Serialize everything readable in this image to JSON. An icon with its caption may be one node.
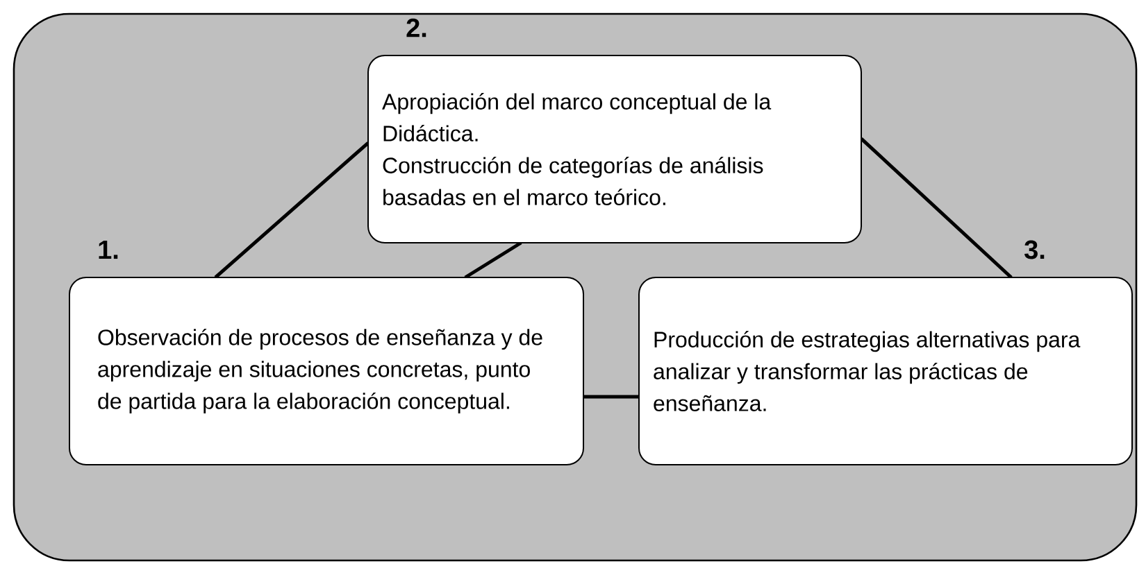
{
  "diagram": {
    "nodes": [
      {
        "text": [],
        "shape": "box"
      },
      {
        "text": [
          "1.",
          "Observación de procesos de enseñanza y de aprendizaje en situaciones concretas, punto de partida para la elaboración conceptual."
        ],
        "in": 0
      },
      {
        "text": [
          "2.",
          "Apropiación del marco conceptual de la Didáctica.",
          "Construcción de categorías de análisis basadas en el marco teórico."
        ],
        "in": 0
      },
      {
        "text": [
          "3.",
          "Producción de estrategias alternativas para analizar y transformar las prácticas de enseñanza."
        ],
        "in": 0
      }
    ],
    "edges": [
      {
        "from": 2,
        "to": 1,
        "arrow": "none"
      },
      {
        "from": 2,
        "to": 1,
        "arrow": "none"
      },
      {
        "from": 2,
        "to": 3,
        "arrow": "none"
      },
      {
        "from": 1,
        "to": 3,
        "arrow": "none"
      }
    ]
  }
}
